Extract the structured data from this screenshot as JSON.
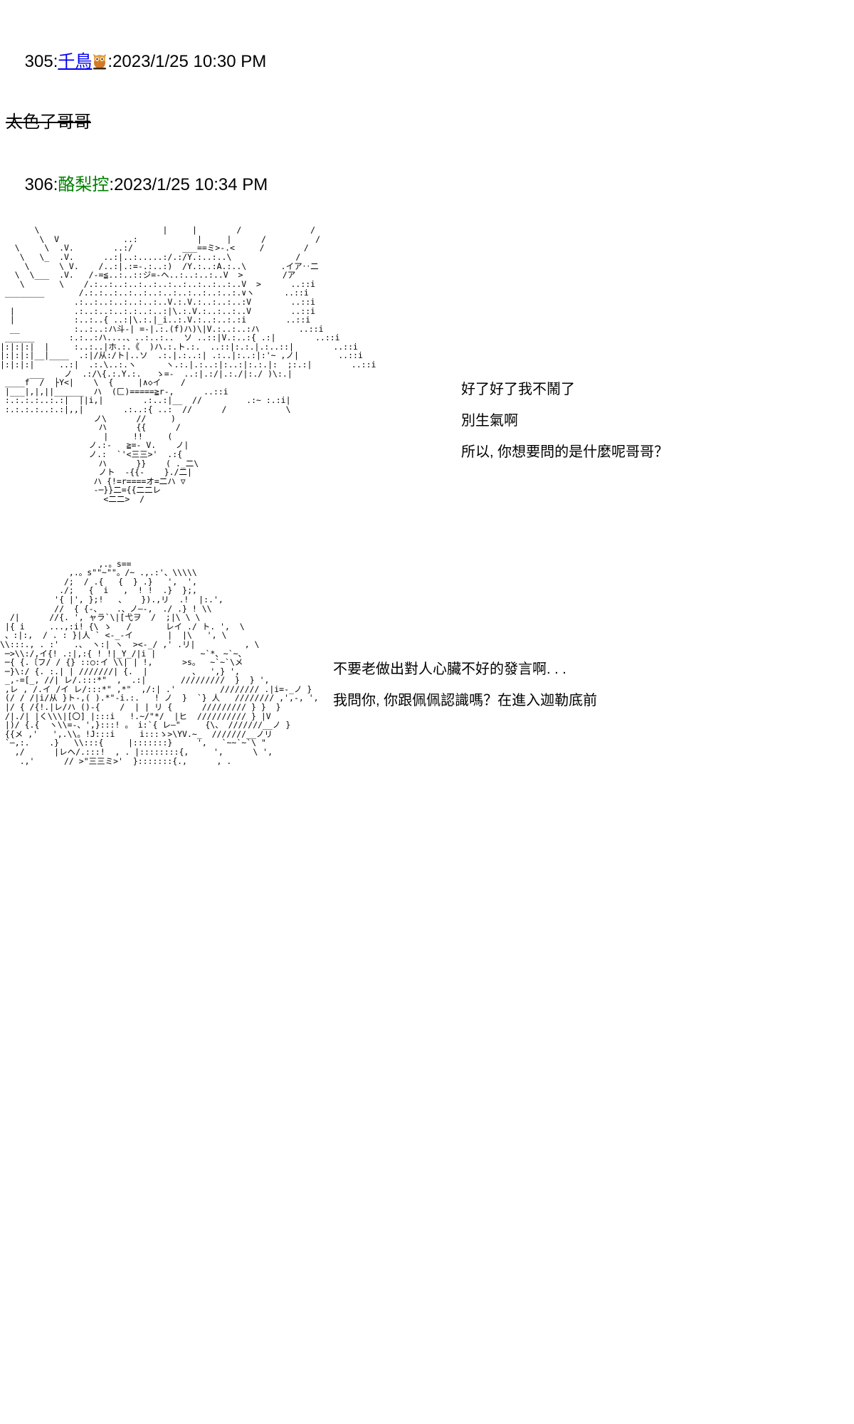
{
  "posts": [
    {
      "number": "305",
      "sep": ":",
      "name": "千鳥",
      "name_color": "#0000ee",
      "icon": "owl-icon",
      "timestamp": "2023/1/25 10:30 PM",
      "body_strike": "太色了哥哥"
    },
    {
      "number": "306",
      "sep": ":",
      "name": "酪梨控",
      "name_color": "#008000",
      "timestamp": "2023/1/25 10:34 PM"
    }
  ],
  "dialogue_a": {
    "line1": "好了好了我不鬧了",
    "line2": "別生氣啊",
    "line3": "所以, 你想要問的是什麼呢哥哥？"
  },
  "dialogue_b": {
    "line1": "不要老做出對人心臟不好的發言啊. . .",
    "line2": "我問你, 你跟佩佩認識嗎？在進入迦勒底前"
  },
  "aa_art_1": "       \\                         |     |        /              /\n        \\  V             ..:            |     |      /          /\n   \\     \\  .V.        ..:/          ___==ミ>-.<     /        /\n    \\   \\_  .V.      ..:|..:.....:/.:/Y.:..:..\\             /\n     \\      \\ V.    /..:|.:=-.:..:)  /Y.:..:A.:..\\       .イア‥二\n   \\  \\___  .V.   /-=≦..:..::ジ=-ヘ..:..:..:..V  >        /ア\n    \\       \\    /.:..:..:..:..:..:..:..:..:..:..V  >      ..::i\n ________       /.:.:..:..:..:..:..:..:..:..:..:.∨ヽ      ..::i\n               .:..:..:..:..:..:..V.:.V.:..:..:..:V        ..::i\n  |            .:..:..:..:.:..:..:|\\.:.V.:..:..:..V        ..::i\n  |            :..:..{ ..:|\\.:.|_i..:.V.:..:..:.:i        ..::i\n  __           :..:..:ハ斗-| =-|.:.(f)ハ)\\|V.:..:..:ハ        ..::i\n ______       :.:..:ハ....、..:..:..  ソ ..::|V.:..:{ .:|        ..::i\n|:|:|:|  |     :..:..|ホ.:.《  )ハ.:.ト.:.  ..::|:.:.|.:..::|        ..::i\n|:|:|:|__|____  .:|/从:/ト|..ソ  .:.|.:..:| .:..|:..:|:'~ ,ノ|        ..::i\n|:|:|:|     ..:|  .:.\\..:.ヽ      ヽ.:.|.:..:|:..:|:.:.|:  ;:.:|        ..::i\n      ___    ノ  .:/\\{.:.Y.:.   ゝ=-  ..:|.:/|.:./|:./ )\\:.|\n ____f  /  ├Y<|    \\  {     |∧◇イ    /\n |___|,|,||______  ハ  (匚)=====≧r-,      ..::i\n :.:.:.:..:.:|  ||i,|        .:..:|__  //         .:~ :.:i|\n :.:.:.:..:.:|,,|        .:..:{ ..:  //      /            \\\n                   ノ\\      //     )\n                    ハ      {{      /\n                     |     !!     (\n                  ノ.:-   ≧=- V.    ノ|\n                  ノ.:  `'<三三>'  .:{\n                    ハ      }}    ( ._二\\\n                    ノト  -{{-    }./二|\n                   ハ {!=r====オ=二ハ ▽\n                   -─}}二={{二二レ\n                     <二二>  /",
  "aa_art_2": "                    ,.。s==\n              ,.。s\"\"~\"\"。/~ .,.:'、\\\\\\\\\\\n             /;  / .{   {  } .}   ',  ',\n            ./;   {  i   ,  ! !  .}  };,\n           '{ |', };!   、   }).,リ  .!  |:.',\n           //  { {-、   .、ノ—-,  ./ .} ! \\\\\n  /|      //{. ', ャラ`\\|[弋ヲ  /  ;|\\ \\ \\\n |{ i     ...,:i! {\\ ゝ   /       レイ ./ ト. ',  \\\n 、:|:,  / . : }|人 ` <-_-イ       |  |\\   ', \\\n\\\\:::., . :'   .、 ヽ:| ヽ  ><-_/ ,' .リ|          , \\\n ─>\\\\:/,イ{! .:|,:{ ! !|_Y_/|i |         ~`*、~`~、\n ─{ {.〔フ/ / {} ::○:イ \\\\| | !,      >s。  ~`~`\\メ\n ─}\\:/ {. :.| | ///////| {.  |         、  ',} ',\n _,-=[_, //| レ/.:::*\"  ,  .:|       /////////  }  } ',\n ,レ , /.イ /イ レ/:::*\" ,*\"  ,/:| .'         //////// .|i=-_ノ }\n (/ / /|i/从 }ト-,( ).*\"-i.:.   ! ノ  }  `} 人   //////// ,',-, ',\n |/ { /{!.|レ/ハ ()-{    /  | | リ {      ///////// } }  }\n /|./| |く\\\\\\|[〇] |:::i   !.~/\"*/  |ヒ  ////////// } |V\n |)/ {.{  ヽ\\\\=-、',}:::! 。 i:`{ レ—\"     {\\、 ///////__ノ }\n {{メ ,'   ',.\\\\。!J:::i     i:::ゝ>\\YV.~_  ///////__ノリ\n `—,:.    .}   \\\\:::{     |:::::::}     ',   `~~`~`\\ \"\n   ,/      |レヘ/.:::!  , . |::::::::{,     ',      \\ ',\n    .,'      // >\"三三ミ>'  }:::::::{.,      , .",
  "colors": {
    "link": "#0000ee",
    "green_name": "#008000",
    "text": "#000000",
    "background": "#ffffff",
    "owl_body": "#d4782a",
    "owl_dark": "#3a2a14"
  }
}
